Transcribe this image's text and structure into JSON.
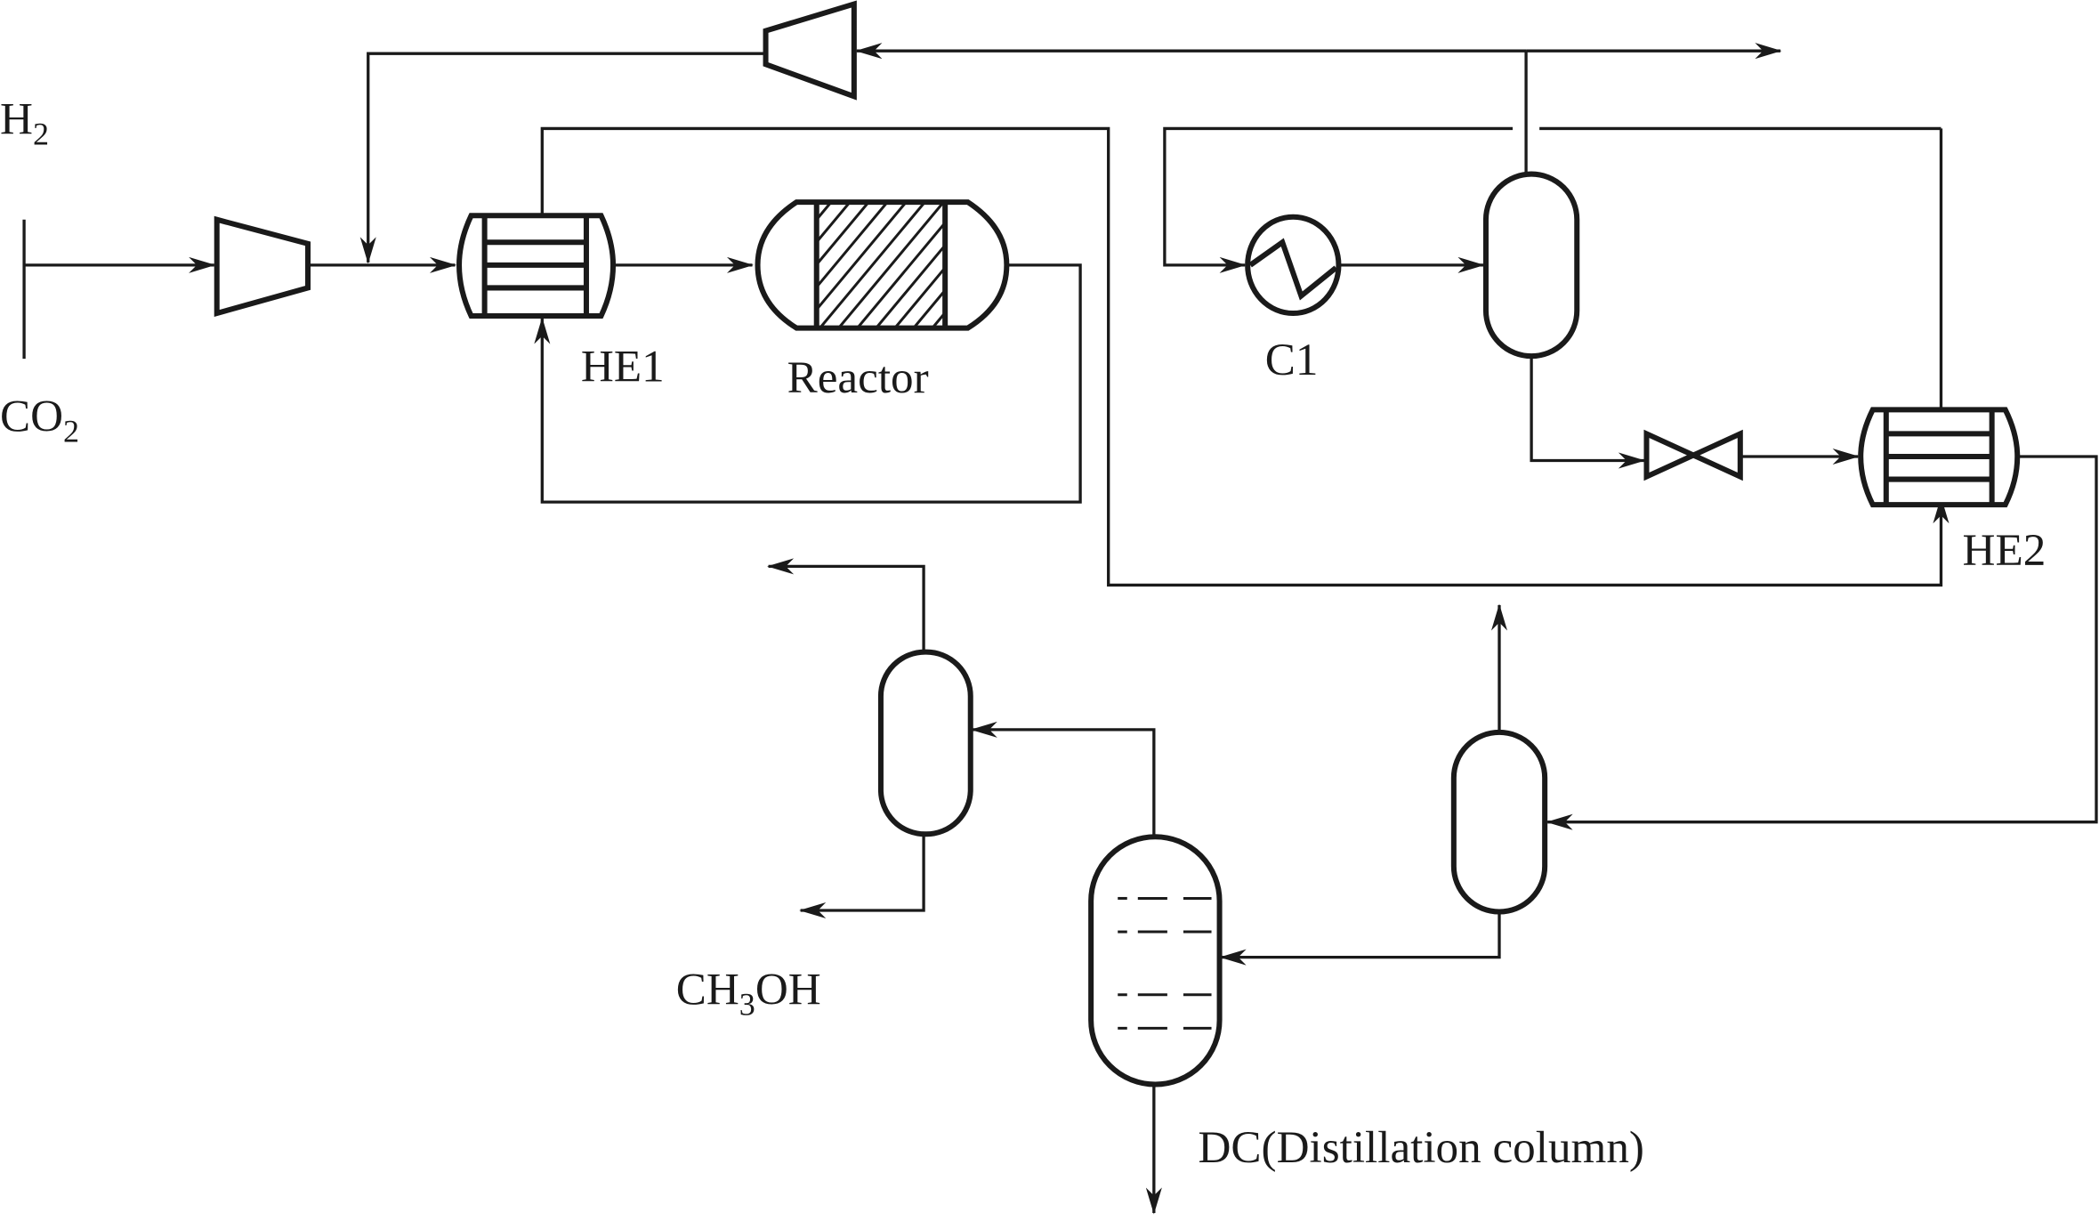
{
  "diagram": {
    "type": "process-flow-diagram",
    "feeds": [
      {
        "id": "h2",
        "label_main": "H",
        "label_sub": "2"
      },
      {
        "id": "co2",
        "label_main": "CO",
        "label_sub": "2"
      }
    ],
    "equipment": [
      {
        "id": "compressor-feed",
        "kind": "compressor"
      },
      {
        "id": "compressor-recycle",
        "kind": "compressor"
      },
      {
        "id": "he1",
        "kind": "heat-exchanger",
        "label": "HE1"
      },
      {
        "id": "reactor",
        "kind": "packed-bed-reactor",
        "label": "Reactor"
      },
      {
        "id": "c1",
        "kind": "cooler",
        "label": "C1"
      },
      {
        "id": "separator-1",
        "kind": "flash-drum"
      },
      {
        "id": "valve",
        "kind": "throttle-valve"
      },
      {
        "id": "he2",
        "kind": "heat-exchanger",
        "label": "HE2"
      },
      {
        "id": "separator-2",
        "kind": "flash-drum"
      },
      {
        "id": "dc",
        "kind": "distillation-column",
        "label": "DC(Distillation column)"
      },
      {
        "id": "separator-3",
        "kind": "flash-drum"
      }
    ],
    "products": [
      {
        "id": "methanol",
        "label_main_a": "CH",
        "label_sub": "3",
        "label_main_b": "OH"
      }
    ],
    "colors": {
      "line": "#1a1a1a",
      "background": "#ffffff"
    }
  }
}
